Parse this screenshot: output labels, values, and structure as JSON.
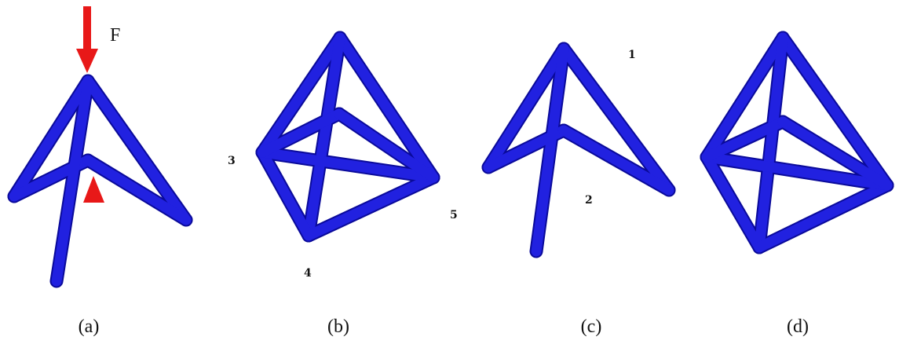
{
  "colors": {
    "strut": "#2121e0",
    "strut_edge": "#0a0a9a",
    "force": "#e81818",
    "text": "#111111",
    "background": "#ffffff"
  },
  "labels": {
    "force": "F",
    "node_1": "1",
    "node_2": "2",
    "node_3": "3",
    "node_4": "4",
    "node_5": "5"
  },
  "captions": {
    "a": "(a)",
    "b": "(b)",
    "c": "(c)",
    "d": "(d)"
  },
  "icons": {
    "force_arrow": "red-down-arrow-icon",
    "support": "red-triangle-support-icon"
  }
}
